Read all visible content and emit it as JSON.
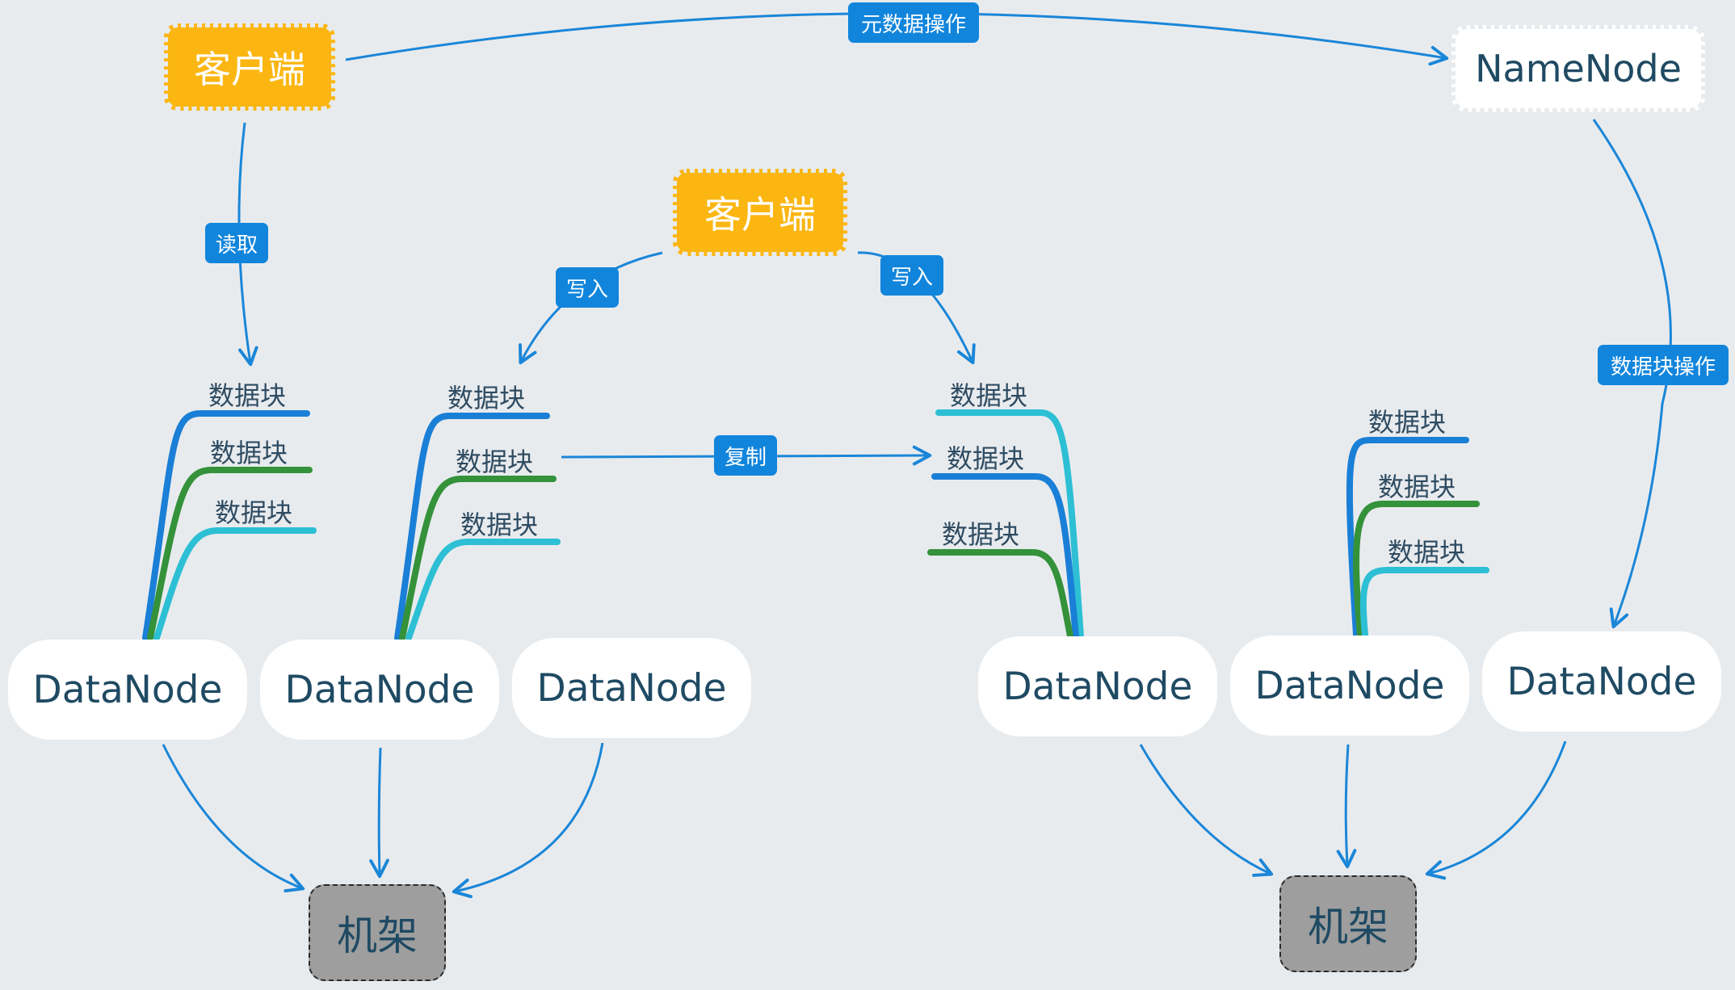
{
  "colors": {
    "background": "#e8ebee",
    "arrow": "#1a86d8",
    "client_fill": "#fbb612",
    "tag_fill": "#1185dc",
    "block_blue": "#1a7fd6",
    "block_green": "#34923a",
    "block_cyan": "#2dbfd4",
    "rack_fill": "#9e9e9e"
  },
  "clients": {
    "left": {
      "label": "客户端"
    },
    "center": {
      "label": "客户端"
    }
  },
  "namenode": {
    "label": "NameNode"
  },
  "datanodes": [
    {
      "label": "DataNode"
    },
    {
      "label": "DataNode"
    },
    {
      "label": "DataNode"
    },
    {
      "label": "DataNode"
    },
    {
      "label": "DataNode"
    },
    {
      "label": "DataNode"
    }
  ],
  "racks": [
    {
      "label": "机架"
    },
    {
      "label": "机架"
    }
  ],
  "tags": {
    "metadata": "元数据操作",
    "read": "读取",
    "write_left": "写入",
    "write_right": "写入",
    "replicate": "复制",
    "block_ops": "数据块操作"
  },
  "block_label": "数据块",
  "block_groups": {
    "dn1": [
      "数据块",
      "数据块",
      "数据块"
    ],
    "dn2": [
      "数据块",
      "数据块",
      "数据块"
    ],
    "dn4": [
      "数据块",
      "数据块",
      "数据块"
    ],
    "dn5": [
      "数据块",
      "数据块",
      "数据块"
    ]
  }
}
